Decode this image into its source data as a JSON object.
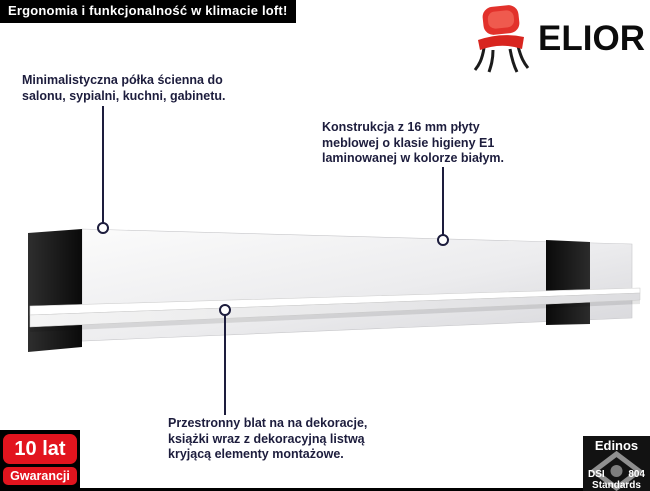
{
  "banner": {
    "text": "Ergonomia i funkcjonalność w klimacie loft!"
  },
  "brand": {
    "name": "ELIOR",
    "chair_icon": "red-chair-icon"
  },
  "colors": {
    "brand_red": "#e2312b",
    "badge_red": "#e2141e",
    "text_navy": "#1d1d3d",
    "panel_black": "#111111",
    "panel_gray": "#e0e0e2"
  },
  "annotations": [
    {
      "lines": [
        "Minimalistyczna półka ścienna do",
        "salonu, sypialni, kuchni, gabinetu."
      ]
    },
    {
      "lines": [
        "Konstrukcja z 16 mm płyty",
        "meblowej o klasie higieny E1",
        "laminowanej w kolorze białym."
      ]
    },
    {
      "lines": [
        "Przestronny blat na na dekoracje,",
        "książki wraz z dekoracyjną listwą",
        "kryjącą elementy montażowe."
      ]
    }
  ],
  "warranty": {
    "line1": "10 lat",
    "line2": "Gwarancji"
  },
  "edinos": {
    "title": "Edinos",
    "dsi": "DSI",
    "num": "804",
    "standards": "Standards"
  }
}
